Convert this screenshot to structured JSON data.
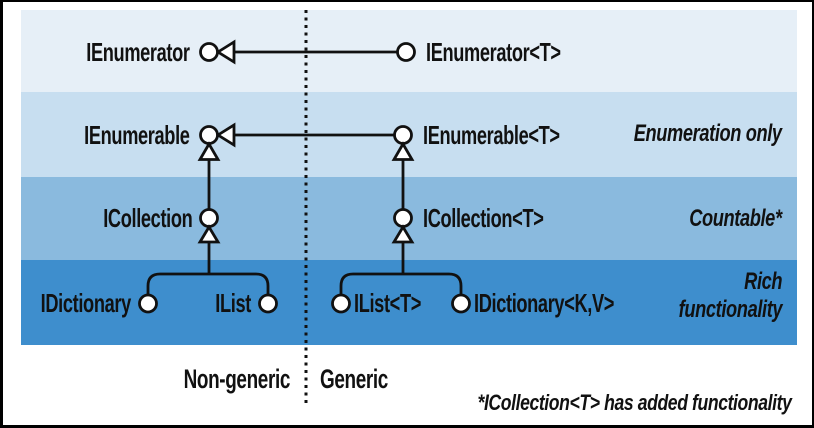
{
  "figure": {
    "description": "Collection interfaces inheritance diagram: non-generic vs generic",
    "interfaces": {
      "non_generic": {
        "enumerator": "IEnumerator",
        "enumerable": "IEnumerable",
        "collection": "ICollection",
        "dictionary": "IDictionary",
        "list": "IList"
      },
      "generic": {
        "enumerator": "IEnumerator<T>",
        "enumerable": "IEnumerable<T>",
        "collection": "ICollection<T>",
        "list": "IList<T>",
        "dictionary": "IDictionary<K,V>"
      }
    },
    "capability_notes": {
      "enumeration": "Enumeration only",
      "countable": "Countable*",
      "rich": "Rich\nfunctionality"
    },
    "column_labels": {
      "left": "Non-generic",
      "right": "Generic"
    },
    "footnote": "*ICollection<T> has added functionality",
    "colors": {
      "band_enumerator": "#e6eff7",
      "band_enumerable": "#c7def0",
      "band_collection": "#8abade",
      "band_rich": "#3e8ecd",
      "line": "#111111"
    }
  }
}
